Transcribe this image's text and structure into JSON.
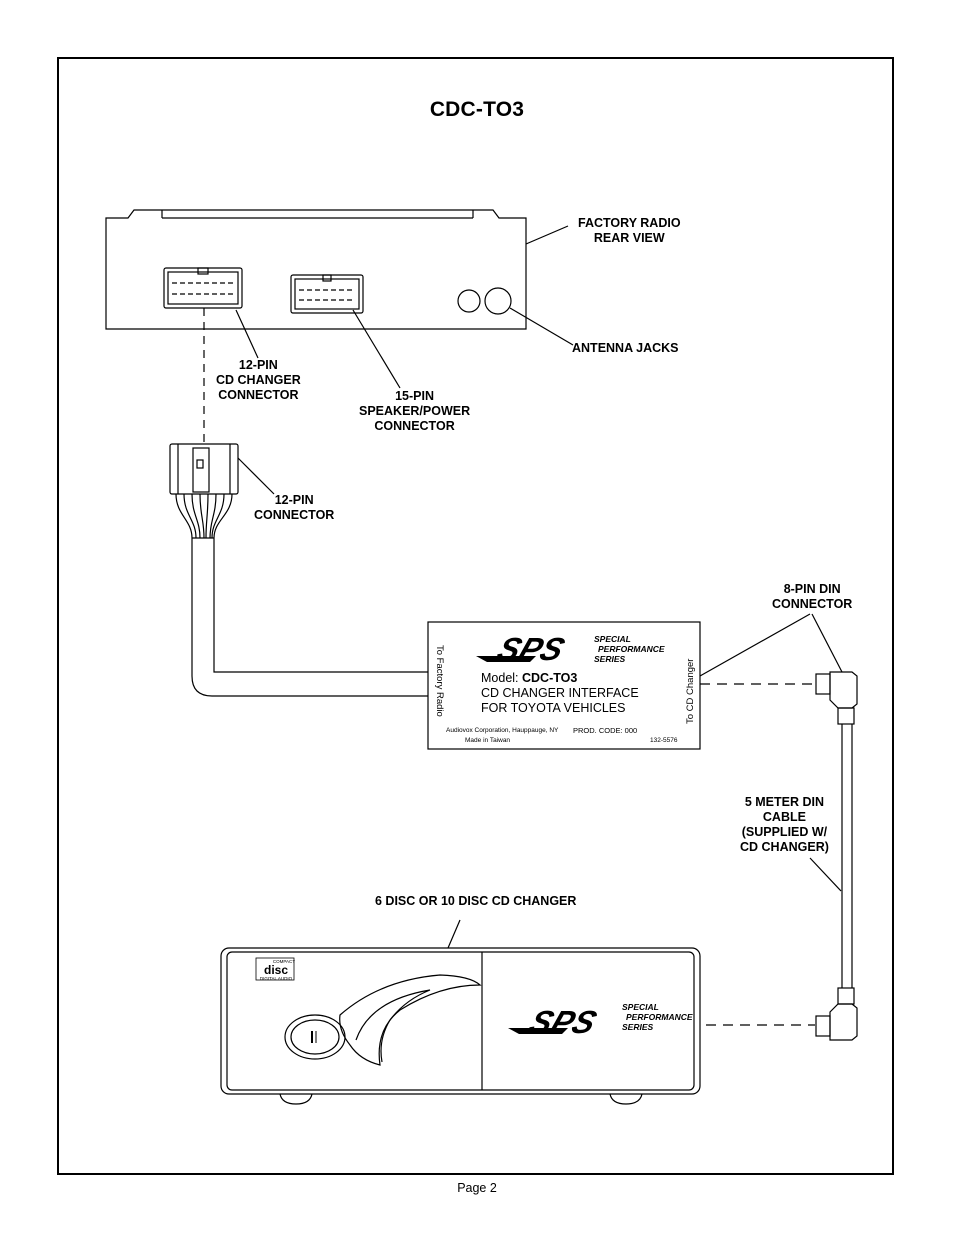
{
  "title": "CDC-TO3",
  "labels": {
    "factory_radio": [
      "FACTORY RADIO",
      "REAR VIEW"
    ],
    "antenna_jacks": "ANTENNA JACKS",
    "cd_changer_connector": [
      "12-PIN",
      "CD CHANGER",
      "CONNECTOR"
    ],
    "speaker_power_connector": [
      "15-PIN",
      "SPEAKER/POWER",
      "CONNECTOR"
    ],
    "pin12_connector": [
      "12-PIN",
      "CONNECTOR"
    ],
    "din8_connector": [
      "8-PIN DIN",
      "CONNECTOR"
    ],
    "din_cable": [
      "5 METER DIN",
      "CABLE",
      "(SUPPLIED W/",
      "CD CHANGER)"
    ],
    "cd_changer": "6 DISC OR 10 DISC CD CHANGER"
  },
  "interface_box": {
    "brand_lines": [
      "SPECIAL",
      "PERFORMANCE",
      "SERIES"
    ],
    "model_prefix": "Model: ",
    "model": "CDC-TO3",
    "line1": "CD CHANGER INTERFACE",
    "line2": "FOR TOYOTA VEHICLES",
    "company": "Audiovox Corporation,  Hauppauge, NY",
    "made_in": "Made in Taiwan",
    "prod_code": "PROD. CODE:  000",
    "part_number": "132-5576",
    "left_side": "To Factory Radio",
    "right_side": "To CD Changer"
  },
  "changer": {
    "brand_lines": [
      "SPECIAL",
      "PERFORMANCE",
      "SERIES"
    ],
    "disc_logo": [
      "COMPACT",
      "disc",
      "DIGITAL AUDIO"
    ]
  },
  "page": "Page 2"
}
